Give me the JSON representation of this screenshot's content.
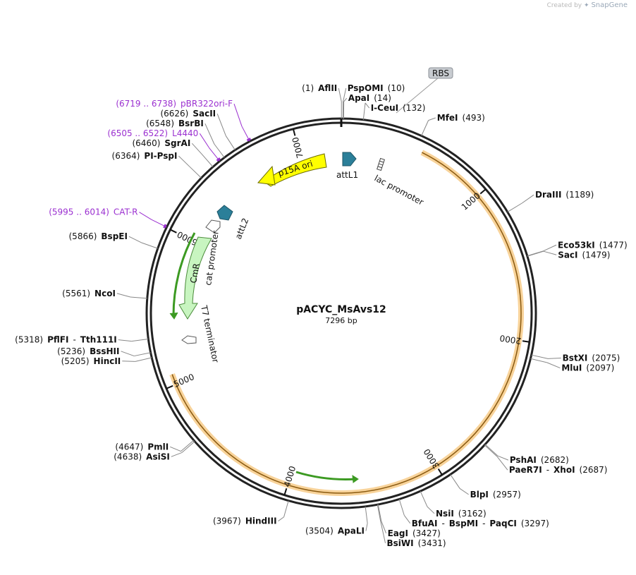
{
  "credit": {
    "prefix": "Created by",
    "brand": "SnapGene"
  },
  "plasmid": {
    "name": "pACYC_MsAvs12",
    "length_label": "7296 bp",
    "length": 7296
  },
  "ticks": [
    {
      "label": "1000",
      "pos": 1000
    },
    {
      "label": "2000",
      "pos": 2000
    },
    {
      "label": "3000",
      "pos": 3000
    },
    {
      "label": "4000",
      "pos": 4000
    },
    {
      "label": "5000",
      "pos": 5000
    },
    {
      "label": "6000",
      "pos": 6000
    },
    {
      "label": "7000",
      "pos": 7000
    }
  ],
  "sites": [
    {
      "id": "aflii",
      "parts": [
        {
          "t": "(1)",
          "b": false
        },
        {
          "t": "AflII",
          "b": true
        }
      ],
      "pos": 1,
      "side": "left"
    },
    {
      "id": "pspomi",
      "parts": [
        {
          "t": "PspOMI",
          "b": true
        },
        {
          "t": "(10)",
          "b": false
        }
      ],
      "pos": 10,
      "side": "right"
    },
    {
      "id": "apai",
      "parts": [
        {
          "t": "ApaI",
          "b": true
        },
        {
          "t": "(14)",
          "b": false
        }
      ],
      "pos": 14,
      "side": "right"
    },
    {
      "id": "iceui",
      "parts": [
        {
          "t": "I-CeuI",
          "b": true
        },
        {
          "t": "(132)",
          "b": false
        }
      ],
      "pos": 132,
      "side": "right"
    },
    {
      "id": "mfei",
      "parts": [
        {
          "t": "MfeI",
          "b": true
        },
        {
          "t": "(493)",
          "b": false
        }
      ],
      "pos": 493,
      "side": "right"
    },
    {
      "id": "draiii",
      "parts": [
        {
          "t": "DraIII",
          "b": true
        },
        {
          "t": "(1189)",
          "b": false
        }
      ],
      "pos": 1189,
      "side": "right"
    },
    {
      "id": "eco53ki",
      "parts": [
        {
          "t": "Eco53kI",
          "b": true
        },
        {
          "t": "(1477)",
          "b": false
        }
      ],
      "pos": 1477,
      "side": "right"
    },
    {
      "id": "saci",
      "parts": [
        {
          "t": "SacI",
          "b": true
        },
        {
          "t": "(1479)",
          "b": false
        }
      ],
      "pos": 1479,
      "side": "right"
    },
    {
      "id": "bstxi",
      "parts": [
        {
          "t": "BstXI",
          "b": true
        },
        {
          "t": "(2075)",
          "b": false
        }
      ],
      "pos": 2075,
      "side": "right"
    },
    {
      "id": "mlui",
      "parts": [
        {
          "t": "MluI",
          "b": true
        },
        {
          "t": "(2097)",
          "b": false
        }
      ],
      "pos": 2097,
      "side": "right"
    },
    {
      "id": "pshai",
      "parts": [
        {
          "t": "PshAI",
          "b": true
        },
        {
          "t": "(2682)",
          "b": false
        }
      ],
      "pos": 2682,
      "side": "right"
    },
    {
      "id": "paer7i",
      "parts": [
        {
          "t": "PaeR7I",
          "b": true
        },
        {
          "t": "-",
          "b": false
        },
        {
          "t": "XhoI",
          "b": true
        },
        {
          "t": "(2687)",
          "b": false
        }
      ],
      "pos": 2687,
      "side": "right"
    },
    {
      "id": "blpi",
      "parts": [
        {
          "t": "BlpI",
          "b": true
        },
        {
          "t": "(2957)",
          "b": false
        }
      ],
      "pos": 2957,
      "side": "right"
    },
    {
      "id": "nsii",
      "parts": [
        {
          "t": "NsiI",
          "b": true
        },
        {
          "t": "(3162)",
          "b": false
        }
      ],
      "pos": 3162,
      "side": "right"
    },
    {
      "id": "bfuai",
      "parts": [
        {
          "t": "BfuAI",
          "b": true
        },
        {
          "t": "-",
          "b": false
        },
        {
          "t": "BspMI",
          "b": true
        },
        {
          "t": "-",
          "b": false
        },
        {
          "t": "PaqCI",
          "b": true
        },
        {
          "t": "(3297)",
          "b": false
        }
      ],
      "pos": 3297,
      "side": "right"
    },
    {
      "id": "eagi",
      "parts": [
        {
          "t": "EagI",
          "b": true
        },
        {
          "t": "(3427)",
          "b": false
        }
      ],
      "pos": 3427,
      "side": "right"
    },
    {
      "id": "bsiwi",
      "parts": [
        {
          "t": "BsiWI",
          "b": true
        },
        {
          "t": "(3431)",
          "b": false
        }
      ],
      "pos": 3431,
      "side": "right"
    },
    {
      "id": "apali",
      "parts": [
        {
          "t": "(3504)",
          "b": false
        },
        {
          "t": "ApaLI",
          "b": true
        }
      ],
      "pos": 3504,
      "side": "left"
    },
    {
      "id": "hindiii",
      "parts": [
        {
          "t": "(3967)",
          "b": false
        },
        {
          "t": "HindIII",
          "b": true
        }
      ],
      "pos": 3967,
      "side": "left"
    },
    {
      "id": "asisi",
      "parts": [
        {
          "t": "(4638)",
          "b": false
        },
        {
          "t": "AsiSI",
          "b": true
        }
      ],
      "pos": 4638,
      "side": "left"
    },
    {
      "id": "pmli",
      "parts": [
        {
          "t": "(4647)",
          "b": false
        },
        {
          "t": "PmlI",
          "b": true
        }
      ],
      "pos": 4647,
      "side": "left"
    },
    {
      "id": "hincii",
      "parts": [
        {
          "t": "(5205)",
          "b": false
        },
        {
          "t": "HincII",
          "b": true
        }
      ],
      "pos": 5205,
      "side": "left"
    },
    {
      "id": "bsshii",
      "parts": [
        {
          "t": "(5236)",
          "b": false
        },
        {
          "t": "BssHII",
          "b": true
        }
      ],
      "pos": 5236,
      "side": "left"
    },
    {
      "id": "pflfi",
      "parts": [
        {
          "t": "(5318)",
          "b": false
        },
        {
          "t": "PflFI",
          "b": true
        },
        {
          "t": "-",
          "b": false
        },
        {
          "t": "Tth111I",
          "b": true
        }
      ],
      "pos": 5318,
      "side": "left"
    },
    {
      "id": "ncoi",
      "parts": [
        {
          "t": "(5561)",
          "b": false
        },
        {
          "t": "NcoI",
          "b": true
        }
      ],
      "pos": 5561,
      "side": "left"
    },
    {
      "id": "bspei",
      "parts": [
        {
          "t": "(5866)",
          "b": false
        },
        {
          "t": "BspEI",
          "b": true
        }
      ],
      "pos": 5866,
      "side": "left"
    },
    {
      "id": "pipspi",
      "parts": [
        {
          "t": "(6364)",
          "b": false
        },
        {
          "t": "PI-PspI",
          "b": true
        }
      ],
      "pos": 6364,
      "side": "left"
    },
    {
      "id": "sgrai",
      "parts": [
        {
          "t": "(6460)",
          "b": false
        },
        {
          "t": "SgrAI",
          "b": true
        }
      ],
      "pos": 6460,
      "side": "left"
    },
    {
      "id": "bsrbi",
      "parts": [
        {
          "t": "(6548)",
          "b": false
        },
        {
          "t": "BsrBI",
          "b": true
        }
      ],
      "pos": 6548,
      "side": "left"
    },
    {
      "id": "sacii",
      "parts": [
        {
          "t": "(6626)",
          "b": false
        },
        {
          "t": "SacII",
          "b": true
        }
      ],
      "pos": 6626,
      "side": "left"
    }
  ],
  "primers": [
    {
      "id": "cat-r",
      "range": "(5995 .. 6014)",
      "name": "CAT-R",
      "pos": 6004,
      "color": "#9b30d0"
    },
    {
      "id": "l4440",
      "range": "(6505 .. 6522)",
      "name": "L4440",
      "pos": 6513,
      "color": "#9b30d0"
    },
    {
      "id": "pbr322ori-f",
      "range": "(6719 .. 6738)",
      "name": "pBR322ori-F",
      "pos": 6728,
      "color": "#9b30d0"
    }
  ],
  "features": [
    {
      "id": "p15a-ori",
      "label": "p15A ori",
      "color": "#ffff00"
    },
    {
      "id": "attl1",
      "label": "attL1",
      "color": "#2b7f99"
    },
    {
      "id": "lac-promoter",
      "label": "lac promoter"
    },
    {
      "id": "rbs",
      "label": "RBS"
    },
    {
      "id": "attl2",
      "label": "attL2",
      "color": "#2b7f99"
    },
    {
      "id": "cmr",
      "label": "CmR",
      "color": "#c8f5c0"
    },
    {
      "id": "cat-promoter",
      "label": "cat promoter"
    },
    {
      "id": "t7-terminator",
      "label": "T7 terminator"
    }
  ],
  "colors": {
    "backbone": "#222222",
    "insert": "#f8d39a",
    "insert_line": "#8a5a10",
    "gene": "#3c9a22"
  }
}
